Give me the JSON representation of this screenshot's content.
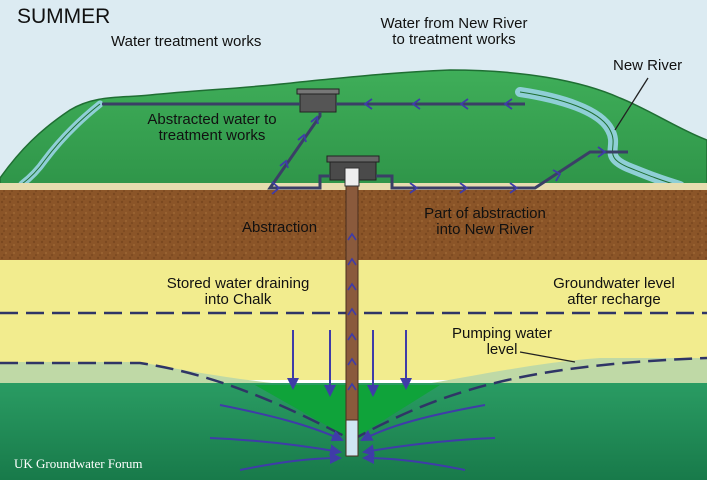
{
  "title": "SUMMER",
  "labels": {
    "water_treatment_works": "Water treatment works",
    "water_from_new_river_line1": "Water from New River",
    "water_from_new_river_line2": "to treatment works",
    "new_river": "New River",
    "abstracted_line1": "Abstracted water to",
    "abstracted_line2": "treatment works",
    "abstraction": "Abstraction",
    "part_line1": "Part of abstraction",
    "part_line2": "into New River",
    "stored_line1": "Stored water draining",
    "stored_line2": "into Chalk",
    "groundwater_line1": "Groundwater level",
    "groundwater_line2": "after recharge",
    "pumping_line1": "Pumping water",
    "pumping_line2": "level"
  },
  "credit": "UK Groundwater Forum",
  "colors": {
    "sky": "#dcebf2",
    "hill": "#34a24f",
    "hill_edge": "#1f6e33",
    "river": "#8fcfd6",
    "topsoil": "#e7ddb0",
    "clay": "#8b5528",
    "chalk_yellow": "#f2ec8e",
    "chalk_green": "#1f8f5a",
    "cone": "#0fa33a",
    "pipe": "#3a3f66",
    "arrow": "#3f3ca8",
    "bore": "#8a5a3c"
  }
}
